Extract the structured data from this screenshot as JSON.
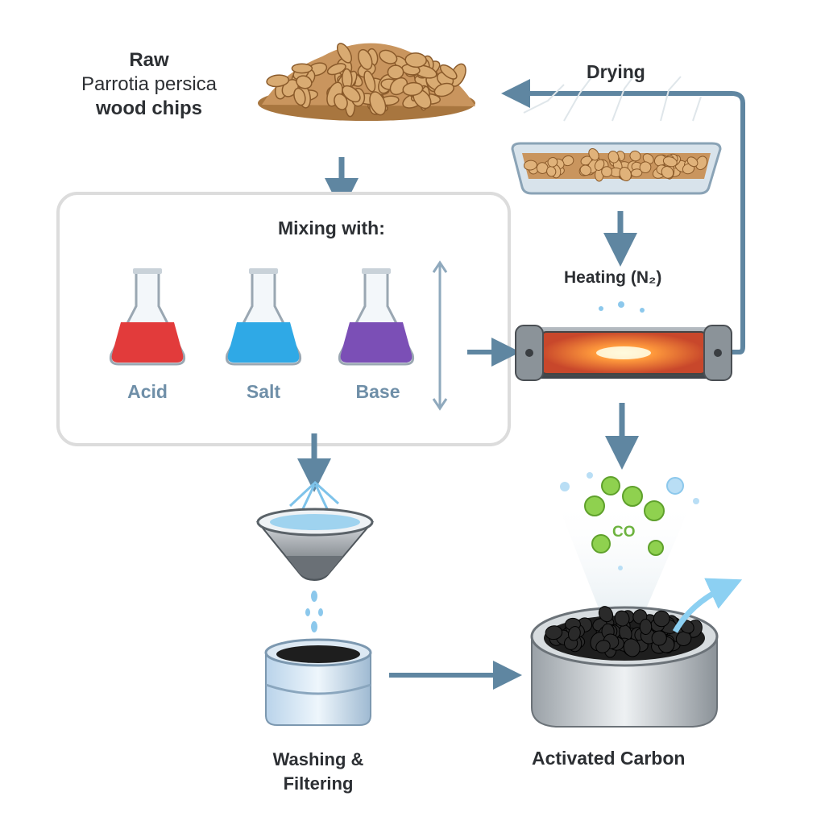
{
  "labels": {
    "raw": [
      "Raw",
      "Parrotia persica",
      "wood chips"
    ],
    "mixing": "Mixing with:",
    "acid": "Acid",
    "salt": "Salt",
    "base": "Base",
    "drying": "Drying",
    "heating": "Heating (N₂)",
    "washing": [
      "Washing &",
      "Filtering"
    ],
    "activated": "Activated Carbon",
    "gas": "CO"
  },
  "colors": {
    "arrow": "#5f86a1",
    "acid": "#e23b3b",
    "salt": "#2fa9e6",
    "base": "#7b4fb6",
    "wood": "#c9955e",
    "carbon": "#1e1e1e",
    "bubble": "#8fd14f"
  }
}
